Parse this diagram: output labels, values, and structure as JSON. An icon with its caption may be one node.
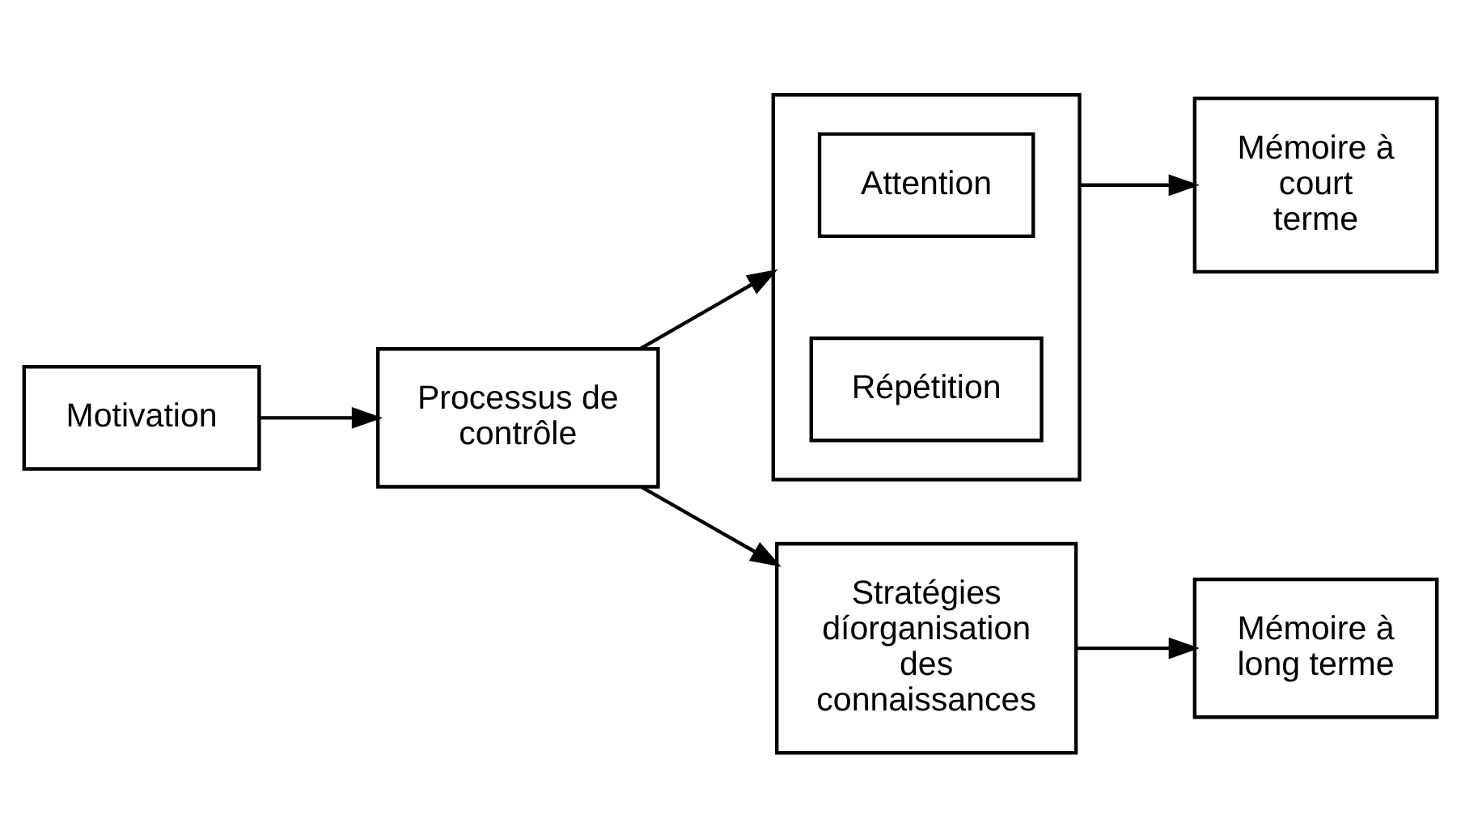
{
  "diagram": {
    "nodes": [
      {
        "text": [
          "Motivation"
        ]
      },
      {
        "text": [
          "Processus de contrôle"
        ]
      },
      {
        "text": [],
        "shape": "box"
      },
      {
        "text": [
          "Attention"
        ],
        "in": 2
      },
      {
        "text": [
          "Répétition"
        ],
        "in": 2
      },
      {
        "text": [
          "Mémoire à court terme"
        ]
      },
      {
        "text": [
          "Stratégies díorganisation des connaissances"
        ]
      },
      {
        "text": [
          "Mémoire à long terme"
        ]
      }
    ],
    "edges": [
      {
        "from": 0,
        "to": 1,
        "arrow": "to"
      },
      {
        "from": 1,
        "to": 2,
        "arrow": "to"
      },
      {
        "from": 2,
        "to": 5,
        "arrow": "to"
      },
      {
        "from": 1,
        "to": 6,
        "arrow": "to"
      },
      {
        "from": 6,
        "to": 7,
        "arrow": "to"
      }
    ]
  }
}
